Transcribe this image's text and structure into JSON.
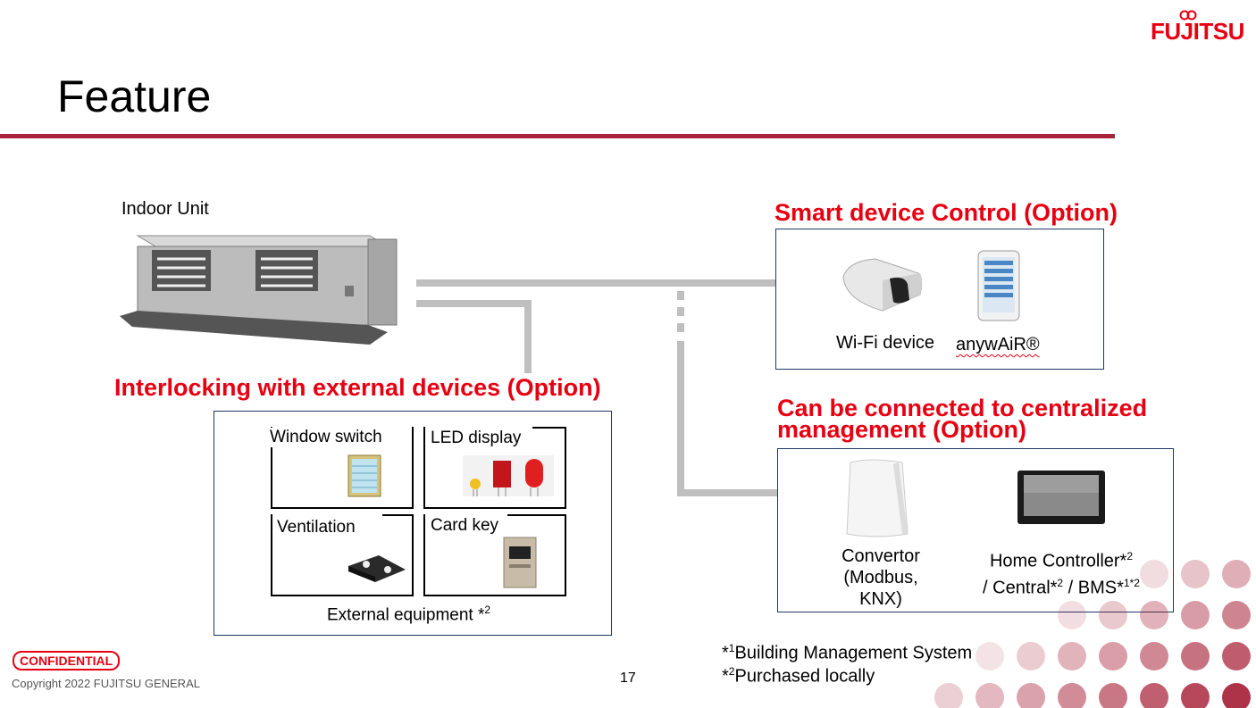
{
  "slide": {
    "title": "Feature",
    "page_number": "17",
    "copyright": "Copyright 2022 FUJITSU GENERAL",
    "confidential": "CONFIDENTIAL",
    "logo_text": "FUJITSU"
  },
  "indoor": {
    "label": "Indoor Unit"
  },
  "smart": {
    "heading": "Smart device Control (Option)",
    "wifi_label": "Wi-Fi device",
    "app_label": "anywAiR®"
  },
  "interlock": {
    "heading": "Interlocking with external devices (Option)",
    "cells": [
      "Window switch",
      "LED display",
      "Ventilation",
      "Card key"
    ],
    "footer_text": "External equipment *",
    "footer_sup": "2"
  },
  "central": {
    "heading_line1": "Can be connected to centralized",
    "heading_line2": "management (Option)",
    "convertor_line1": "Convertor",
    "convertor_line2": "(Modbus, KNX)",
    "hc_line1": "Home Controller*",
    "hc_sup1": "2",
    "hc_line2a": "/ Central*",
    "hc_sup2": "2",
    "hc_line2b": " / BMS*",
    "hc_sup3": "1*2"
  },
  "notes": {
    "n1_pre": "*",
    "n1_sup": "1",
    "n1_text": "Building Management System",
    "n2_pre": "*",
    "n2_sup": "2",
    "n2_text": "Purchased locally"
  },
  "colors": {
    "accent_red": "#e60012",
    "rule": "#a8233a",
    "box_border": "#1f3864",
    "wire": "#bfbfbf"
  }
}
